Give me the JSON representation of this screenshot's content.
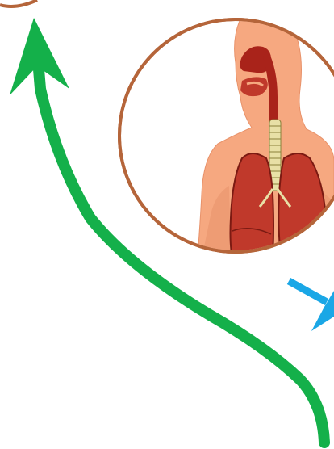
{
  "diagram": {
    "colors": {
      "background": "#ffffff",
      "circle_outline": "#b5653a",
      "skin": "#f6a880",
      "skin_shadow": "#e8926a",
      "lung": "#c0392b",
      "lung_dark": "#7b1a12",
      "airway": "#a9231a",
      "trachea": "#e8e0a6",
      "green_arrow": "#14b04a",
      "blue_arrow": "#1aa7e6"
    },
    "elements": {
      "focus_circle": "respiratory-system-circle",
      "illustration": "respiratory-system-illustration",
      "cycle_arrow": "green-curved-arrow",
      "pointer_arrow": "blue-arrow"
    }
  }
}
